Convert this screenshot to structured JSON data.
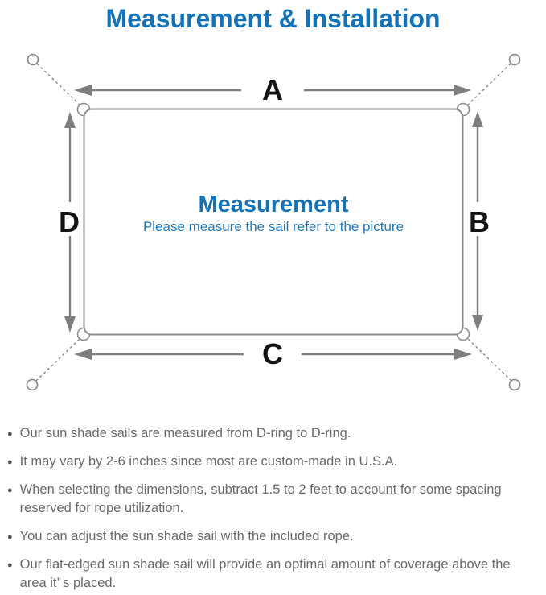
{
  "page": {
    "title": "Measurement & Installation"
  },
  "diagram": {
    "labels": {
      "top": "A",
      "right": "B",
      "bottom": "C",
      "left": "D"
    },
    "center": {
      "heading": "Measurement",
      "subheading": "Please measure the sail refer to the picture"
    }
  },
  "notes": {
    "bullet_glyph": "●",
    "items": [
      {
        "text": "Our sun shade sails are measured from D-ring to D-ring."
      },
      {
        "text": "It may vary by 2-6 inches since most are custom-made in U.S.A."
      },
      {
        "text": "When selecting the dimensions, subtract 1.5 to 2 feet to account for some spacing reserved for rope utilization."
      },
      {
        "text": "You can adjust the sun shade sail with the included rope."
      },
      {
        "text": "Our flat-edged sun shade sail will provide an optimal amount of coverage above the area it’ s placed."
      }
    ]
  },
  "colors": {
    "accent_blue": "#1273b8",
    "subtitle_blue": "#1b7ac0",
    "arrow_gray": "#7f7f7f",
    "outline_gray": "#8c8c8c",
    "note_text_gray": "#696969"
  }
}
